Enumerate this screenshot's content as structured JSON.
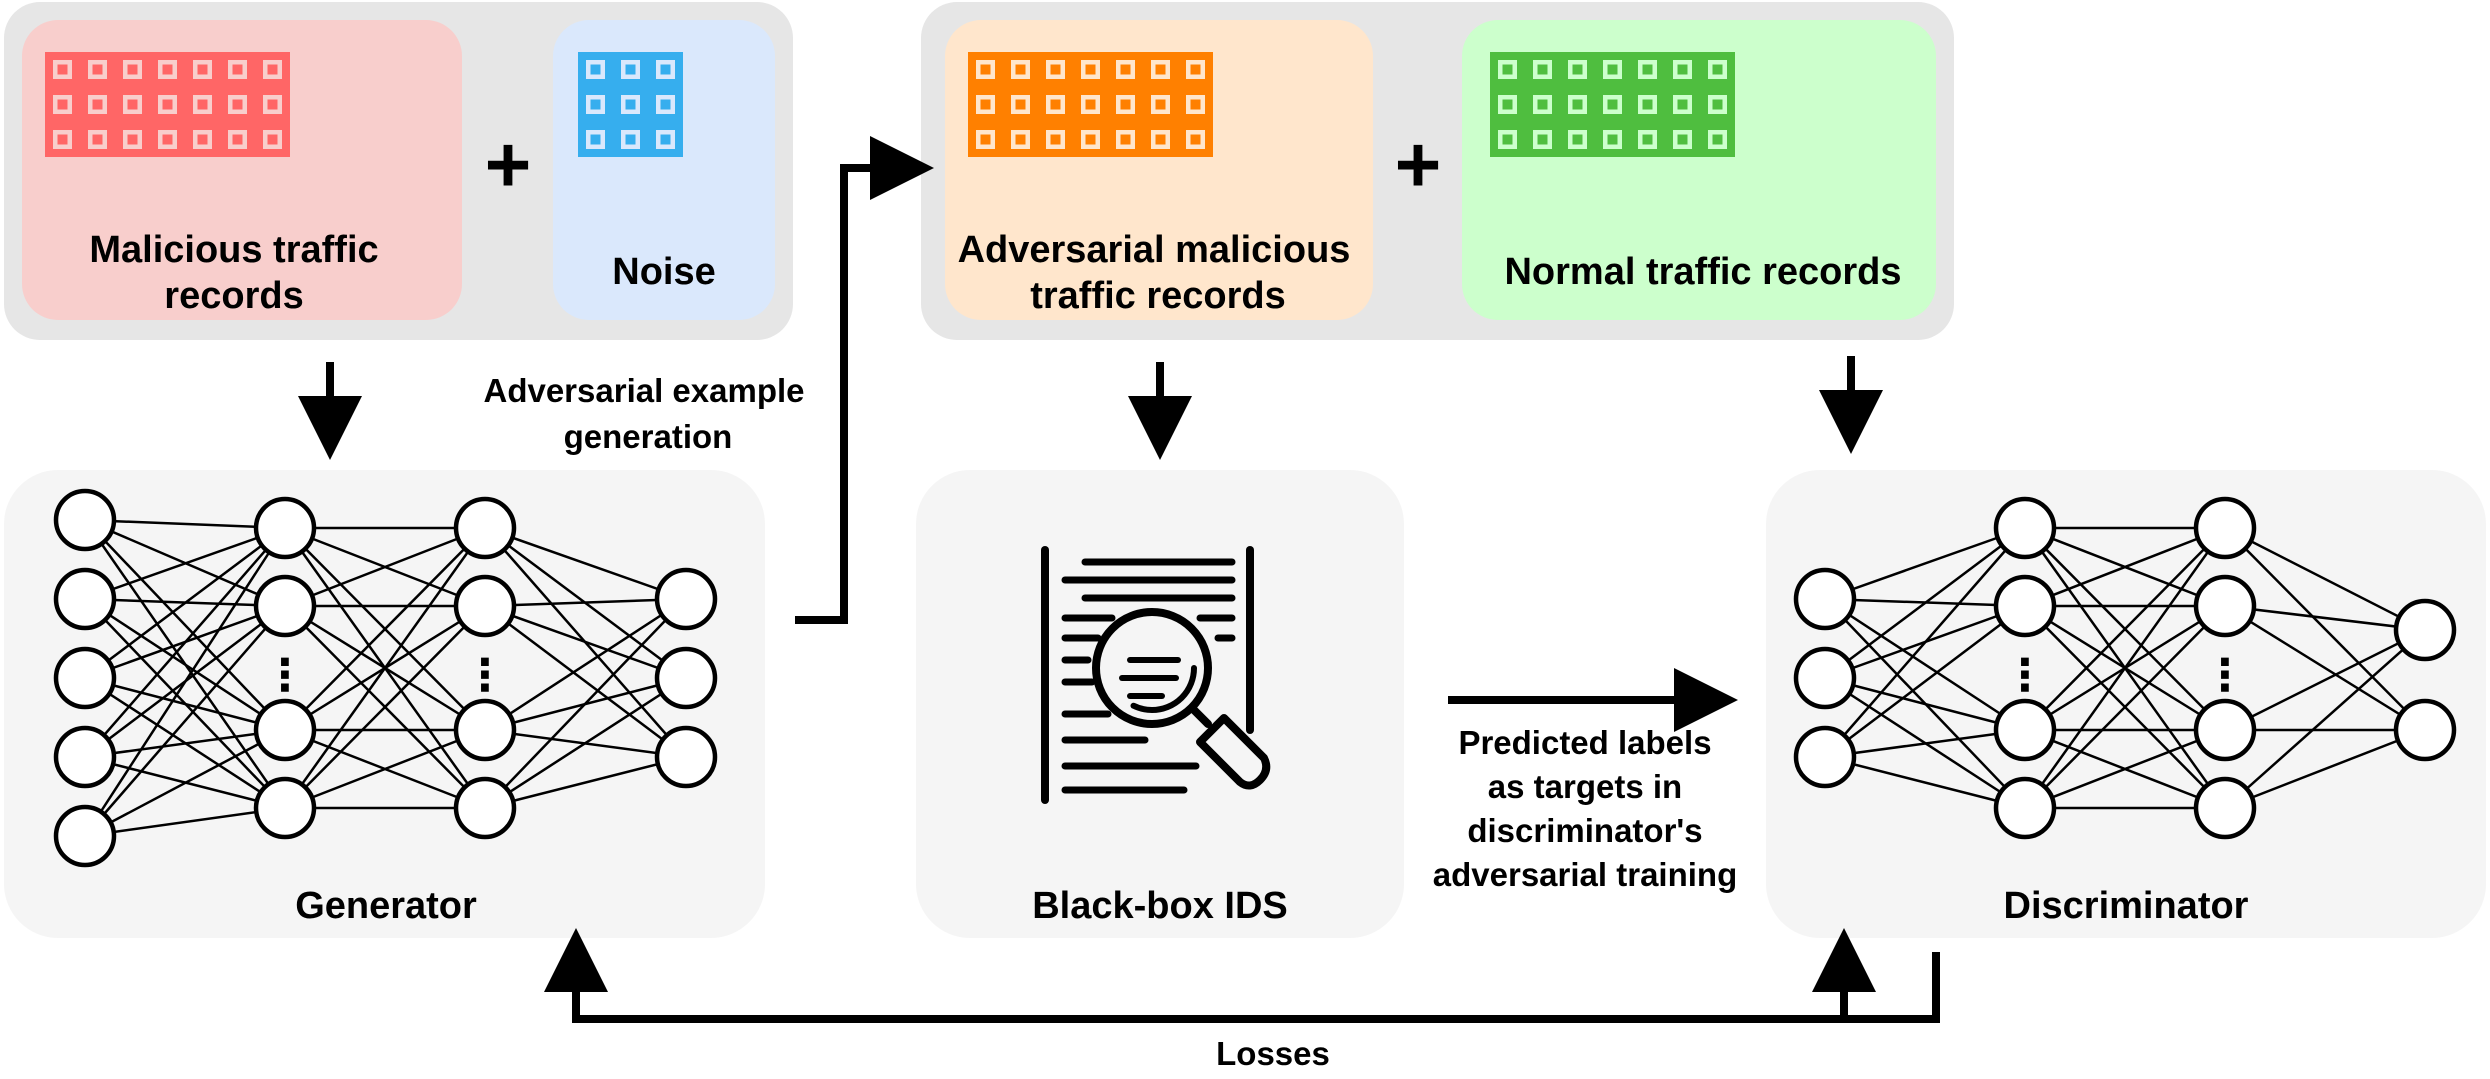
{
  "colors": {
    "group_bg": "#e6e6e6",
    "panel_bg": "#f5f5f5",
    "malicious_fill": "#f8cecc",
    "malicious_stroke": "#ff6666",
    "noise_fill": "#dae8fc",
    "noise_stroke": "#36aeee",
    "adversarial_fill": "#ffe6cc",
    "adversarial_stroke": "#ff8000",
    "normal_fill": "#ccffcc",
    "normal_stroke": "#4fbe3f",
    "line": "#000000"
  },
  "inputs": {
    "malicious": {
      "label_line1": "Malicious traffic",
      "label_line2": "records",
      "grid_cols": 7,
      "grid_rows": 3
    },
    "plus": "+",
    "noise": {
      "label": "Noise",
      "grid_cols": 3,
      "grid_rows": 3
    }
  },
  "outputs": {
    "adversarial": {
      "label_line1": "Adversarial malicious",
      "label_line2": "traffic records",
      "grid_cols": 7,
      "grid_rows": 3
    },
    "plus": "+",
    "normal": {
      "label": "Normal traffic records",
      "grid_cols": 7,
      "grid_rows": 3
    }
  },
  "generator": {
    "label": "Generator",
    "layers": [
      5,
      4,
      4,
      3
    ],
    "ellipsis": "⋮"
  },
  "ids": {
    "label": "Black-box IDS",
    "icon": "document-search-icon"
  },
  "discriminator": {
    "label": "Discriminator",
    "layers": [
      3,
      4,
      4,
      2
    ],
    "ellipsis": "⋮"
  },
  "annotations": {
    "generation_line1": "Adversarial example",
    "generation_line2": "generation",
    "predicted_line1": "Predicted labels",
    "predicted_line2": "as targets in",
    "predicted_line3": "discriminator's",
    "predicted_line4": "adversarial training",
    "losses": "Losses"
  }
}
